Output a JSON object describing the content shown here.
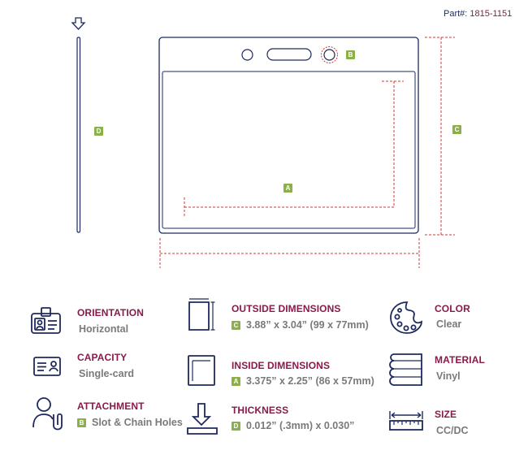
{
  "header": {
    "part_label": "Part#:",
    "part_number": "1815-1151"
  },
  "diagram": {
    "badges": {
      "a": "A",
      "b": "B",
      "c": "C",
      "d": "D"
    }
  },
  "specs": {
    "orientation": {
      "title": "ORIENTATION",
      "value": "Horizontal",
      "icon": "id-badge-icon"
    },
    "capacity": {
      "title": "CAPACITY",
      "value": "Single-card",
      "icon": "id-card-icon"
    },
    "attachment": {
      "title": "ATTACHMENT",
      "badge": "B",
      "value": "Slot & Chain Holes",
      "icon": "person-clip-icon"
    },
    "outside_dimensions": {
      "title": "OUTSIDE DIMENSIONS",
      "badge": "C",
      "value": "3.88” x 3.04” (99 x 77mm)",
      "icon": "outside-dimensions-icon"
    },
    "inside_dimensions": {
      "title": "INSIDE DIMENSIONS",
      "badge": "A",
      "value": "3.375” x 2.25” (86 x 57mm)",
      "icon": "inside-dimensions-icon"
    },
    "thickness": {
      "title": "THICKNESS",
      "badge": "D",
      "value": "0.012” (.3mm) x 0.030”",
      "icon": "thickness-icon"
    },
    "color": {
      "title": "COLOR",
      "value": "Clear",
      "icon": "palette-icon"
    },
    "material": {
      "title": "MATERIAL",
      "value": "Vinyl",
      "icon": "vinyl-roll-icon"
    },
    "size": {
      "title": "SIZE",
      "value": "CC/DC",
      "icon": "ruler-icon"
    }
  },
  "colors": {
    "navy": "#1e2a5e",
    "maroon": "#8a1a4a",
    "green": "#8bb04a",
    "red_dash": "#d03a3a",
    "gray": "#7a7a7a"
  }
}
